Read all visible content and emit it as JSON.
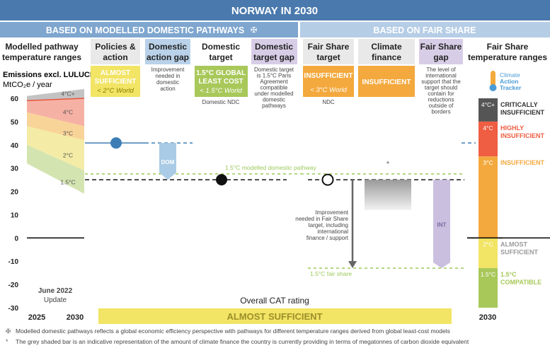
{
  "title": "NORWAY IN 2030",
  "band_left": "BASED ON MODELLED DOMESTIC PATHWAYS",
  "band_left_mark": "✠",
  "band_right": "BASED ON FAIR SHARE",
  "columns": {
    "pathway_header": [
      "Modelled pathway",
      "temperature ranges"
    ],
    "policies_header": [
      "Policies &",
      "action"
    ],
    "dom_gap_header": [
      "Domestic",
      "action gap"
    ],
    "dom_target_header": [
      "Domestic",
      "target"
    ],
    "dom_target_gap_header": [
      "Domestic",
      "target gap"
    ],
    "fair_target_header": [
      "Fair Share",
      "target"
    ],
    "climate_finance_header": [
      "Climate",
      "finance"
    ],
    "fair_gap_header": [
      "Fair Share",
      "gap"
    ],
    "fair_ranges_header": [
      "Fair Share",
      "temperature ranges"
    ]
  },
  "emissions_label": "Emissions excl. LULUCF",
  "unit_label": "MtCO₂e / year",
  "boxes": {
    "policies": {
      "line1": "ALMOST",
      "line2": "SUFFICIENT",
      "line3": "< 2°C World"
    },
    "dom_target": {
      "line1": "1.5°C GLOBAL",
      "line2": "LEAST COST",
      "line3": "< 1.5°C World"
    },
    "fair_target": {
      "line1": "INSUFFICIENT",
      "line2": "< 3°C World"
    },
    "climate_finance": {
      "line1": "INSUFFICIENT"
    }
  },
  "notes": {
    "dom_gap": [
      "Improvement",
      "needed in",
      "domestic",
      "action"
    ],
    "dom_target_gap": [
      "Domestic target",
      "is 1.5°C Paris",
      "Agreement",
      "compatible",
      "under modelled",
      "domestic",
      "pathways"
    ],
    "fair_gap": [
      "The level of",
      "international",
      "support that the",
      "target should",
      "contain for",
      "reductions",
      "outside of",
      "borders"
    ],
    "fair_improvement": [
      "Improvement",
      "needed in Fair Share",
      "target, including",
      "international",
      "finance /  support"
    ],
    "dom_ndc": "Domestic NDC",
    "ndc": "NDC",
    "modelled_pathway_line": "1.5°C modelled domestic pathway",
    "fair_share_line": "1.5°C fair share",
    "star": "*"
  },
  "gap_labels": {
    "dom": "DOM",
    "int": "INT"
  },
  "update_label": [
    "June 2022",
    "Update"
  ],
  "overall_label": "Overall CAT rating",
  "overall_rating": "ALMOST SUFFICIENT",
  "logo": {
    "line1": "Climate",
    "line2": "Action",
    "line3": "Tracker"
  },
  "footnotes": [
    {
      "mark": "✠",
      "text": "Modelled domestic pathways reflects a global economic efficiency perspective with pathways for different temperature ranges derived from global least-cost models"
    },
    {
      "mark": "*",
      "text": "The grey shaded bar is an indicative representation of the amount of climate finance the country is currently providing in terms of megatonnes of carbon dioxide equivalent"
    }
  ],
  "colors": {
    "title_band": "#4a79ad",
    "left_band": "#7ea6cf",
    "right_band": "#b6cde6",
    "header_grey": "#e9e9e9",
    "header_blue": "#b9d2e9",
    "header_purple": "#d8cde6",
    "sufficient_yellow": "#f2e464",
    "insufficient_orange": "#f4a93e",
    "compatible_green": "#a8c85a",
    "highly_red": "#ef5d42",
    "critical_grey": "#555555",
    "dom_green": "#3a8d4a",
    "policy_blue": "#3d7db5",
    "gap_blue": "#a9cbe5",
    "gap_purple": "#cbbfe0",
    "line_green": "#9cc95a"
  },
  "chart_data": {
    "type": "table",
    "title": "NORWAY IN 2030",
    "ylabel": "Emissions excl. LULUCF MtCO₂e / year",
    "ylim": [
      -30,
      60
    ],
    "yticks": [
      60,
      50,
      40,
      30,
      20,
      10,
      0,
      -10,
      -20,
      -30
    ],
    "xticks": [
      "2025",
      "2030"
    ],
    "pathway_bands": [
      {
        "label": "4°C+",
        "color": "#bdbdbd",
        "y_2025": [
          59,
          61
        ],
        "y_2030": [
          60,
          64
        ]
      },
      {
        "label": "4°C",
        "color": "#f5a99b",
        "y_2025": [
          54,
          59
        ],
        "y_2030": [
          48,
          60
        ]
      },
      {
        "label": "3°C",
        "color": "#f8cf8e",
        "y_2025": [
          48,
          54
        ],
        "y_2030": [
          42,
          48
        ]
      },
      {
        "label": "2°C",
        "color": "#f3ea9c",
        "y_2025": [
          40,
          48
        ],
        "y_2030": [
          29,
          42
        ]
      },
      {
        "label": "1.5°C",
        "color": "#cfe1a8",
        "y_2025": [
          32,
          40
        ],
        "y_2030": [
          19,
          29
        ]
      }
    ],
    "policies_and_action": 40.8,
    "domestic_target": 25,
    "modelled_1_5_pathway": 27.5,
    "fair_share_target": 25,
    "fair_share_1_5": -13,
    "climate_finance_bar": [
      12,
      25
    ],
    "fair_ranges": [
      {
        "label": "4°C+",
        "rating": "CRITICALLY INSUFFICIENT",
        "range": [
          50,
          60
        ],
        "color": "#555555"
      },
      {
        "label": "4°C",
        "rating": "HIGHLY INSUFFICIENT",
        "range": [
          35,
          50
        ],
        "color": "#ef5d42"
      },
      {
        "label": "3°C",
        "rating": "INSUFFICIENT",
        "range": [
          0,
          35
        ],
        "color": "#f4a93e"
      },
      {
        "label": "2°C",
        "rating": "ALMOST SUFFICIENT",
        "range": [
          -13,
          0
        ],
        "color": "#f2e464"
      },
      {
        "label": "1.5°C",
        "rating": "1.5°C COMPATIBLE",
        "range": [
          -30,
          -13
        ],
        "color": "#a8c85a"
      }
    ],
    "fair_ranges_xtick": "2030"
  }
}
